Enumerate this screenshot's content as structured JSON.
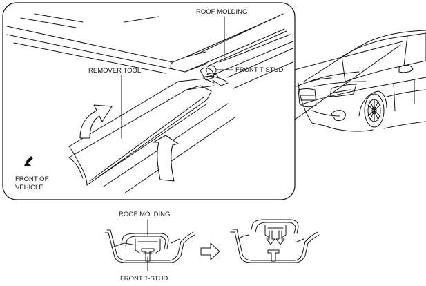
{
  "labels": {
    "roof_molding_top": "ROOF MOLDING",
    "front_t_stud_top": "FRONT T-STUD",
    "remover_tool": "REMOVER TOOL",
    "front_of_vehicle_line1": "FRONT OF",
    "front_of_vehicle_line2": "VEHICLE",
    "roof_molding_bottom": "ROOF MOLDING",
    "front_t_stud_bottom": "FRONT T-STUD"
  },
  "colors": {
    "line": "#111111",
    "panel_fill": "#ffffff",
    "arrow_fill": "#ffffff"
  },
  "icons": {
    "direction_arrow": "arrow-down-left-icon",
    "process_arrow": "arrow-right-outline-icon",
    "lift_arrows": "curved-arrow-up-icon"
  }
}
